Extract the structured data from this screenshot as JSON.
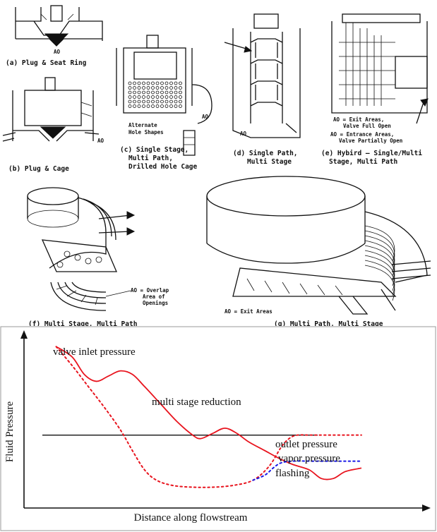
{
  "figure": {
    "captions": {
      "a": "(a) Plug & Seat Ring",
      "b": "(b) Plug & Cage",
      "c1": "(c) Single Stage,",
      "c2": "Multi Path,",
      "c3": "Drilled Hole Cage",
      "d1": "(d) Single Path,",
      "d2": "Multi Stage",
      "e1": "(e) Hybird — Single/Multi",
      "e2": "Stage, Multi Path",
      "f": "(f) Multi Stage, Multi Path",
      "g": "(g) Multi Path, Multi Stage"
    },
    "annotations": {
      "ao": "AO",
      "alt_holes_1": "Alternate",
      "alt_holes_2": "Hole Shapes",
      "exit_1": "AO = Exit Areas,",
      "exit_2": "Valve Full Open",
      "entrance_1": "AO = Entrance Areas,",
      "entrance_2": "Valve Partially Open",
      "overlap_1": "AO = Overlap",
      "overlap_2": "Area of",
      "overlap_3": "Openings",
      "exit_g": "AO = Exit Areas"
    }
  },
  "chart_data": {
    "type": "line",
    "ylabel": "Fluid Pressure",
    "xlabel": "Distance along flowstream",
    "annotations": [
      "valve inlet pressure",
      "multi stage reduction",
      "outlet pressure",
      "vapor pressure",
      "flashing"
    ],
    "x_range": [
      0,
      100
    ],
    "y_range": [
      0,
      100
    ],
    "vapor_pressure": 42,
    "series": [
      {
        "key": "multi_stage",
        "color": "#e8141e",
        "style": "solid",
        "points": [
          [
            8,
            93
          ],
          [
            12,
            87
          ],
          [
            15,
            77
          ],
          [
            18,
            73
          ],
          [
            21,
            76
          ],
          [
            24,
            79
          ],
          [
            27,
            77
          ],
          [
            30,
            70
          ],
          [
            34,
            60
          ],
          [
            38,
            50
          ],
          [
            42,
            42
          ],
          [
            44,
            40
          ],
          [
            47,
            43
          ],
          [
            50,
            46
          ],
          [
            53,
            43
          ],
          [
            56,
            38
          ],
          [
            60,
            33
          ],
          [
            64,
            28
          ],
          [
            67,
            25
          ],
          [
            71,
            22
          ],
          [
            74,
            17
          ],
          [
            77,
            17
          ],
          [
            80,
            21
          ],
          [
            84,
            23
          ]
        ]
      },
      {
        "key": "single_stage",
        "color": "#e8141e",
        "style": "dotted",
        "points": [
          [
            8,
            93
          ],
          [
            12,
            82
          ],
          [
            16,
            70
          ],
          [
            20,
            58
          ],
          [
            24,
            45
          ],
          [
            27,
            33
          ],
          [
            30,
            22
          ],
          [
            33,
            16
          ],
          [
            37,
            13
          ],
          [
            42,
            12
          ],
          [
            47,
            12
          ],
          [
            52,
            13
          ],
          [
            57,
            16
          ],
          [
            61,
            24
          ],
          [
            64,
            35
          ],
          [
            66,
            40
          ],
          [
            68,
            42
          ],
          [
            71,
            42
          ],
          [
            75,
            42
          ],
          [
            80,
            42
          ],
          [
            84,
            42
          ]
        ]
      },
      {
        "key": "flashing",
        "color": "#1a1ae6",
        "style": "dotted",
        "points": [
          [
            57,
            16
          ],
          [
            60,
            19
          ],
          [
            62,
            23
          ],
          [
            64,
            26
          ],
          [
            67,
            27
          ],
          [
            72,
            27
          ],
          [
            78,
            27
          ],
          [
            84,
            27
          ]
        ]
      }
    ]
  }
}
